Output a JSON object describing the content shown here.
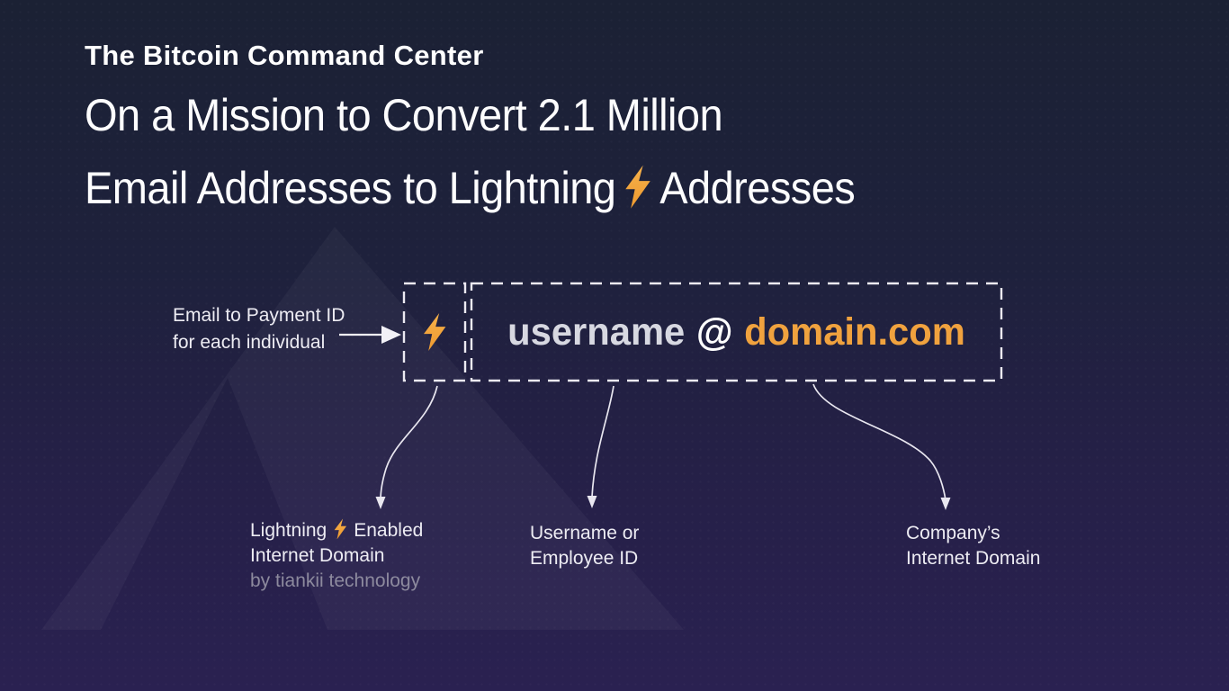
{
  "colors": {
    "background_top": "#1b2134",
    "background_bottom": "#2a2151",
    "accent_orange": "#f0a23e",
    "text_primary": "#ffffff",
    "text_muted": "#8d8a9e",
    "username_text": "#d7d8e1"
  },
  "icons": {
    "lightning_bolt": "⚡"
  },
  "header": {
    "kicker": "The Bitcoin Command Center",
    "line1": "On a Mission to Convert 2.1 Million",
    "line2_before_bolt": "Email Addresses to Lightning",
    "line2_after_bolt": "Addresses"
  },
  "diagram": {
    "callout": {
      "line1": "Email to Payment ID",
      "line2": "for each individual"
    },
    "address": {
      "username": "username",
      "at_symbol": "@",
      "domain": "domain.com"
    },
    "annotations": {
      "lightning_domain": {
        "before_bolt": "Lightning",
        "after_bolt": "Enabled",
        "line2": "Internet Domain",
        "line3": "by tiankii technology"
      },
      "username_id": {
        "line1": "Username or",
        "line2": "Employee ID"
      },
      "company_domain": {
        "line1": "Company’s",
        "line2": "Internet Domain"
      }
    }
  }
}
